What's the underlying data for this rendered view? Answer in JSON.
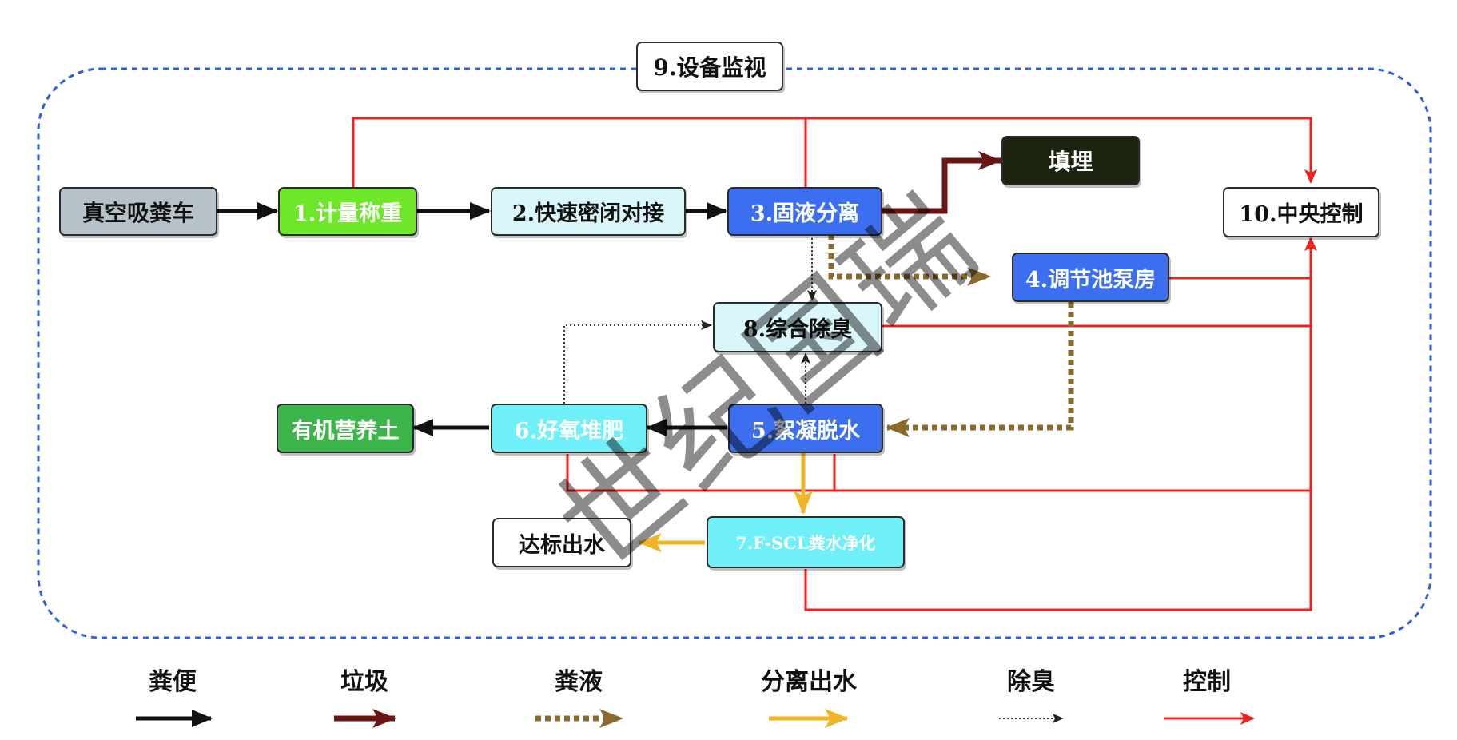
{
  "monitor_label": "9.设备监视",
  "nodes": {
    "vacuum_truck": "真空吸粪车",
    "weighing": "1.计量称重",
    "docking": "2.快速密闭对接",
    "separation": "3.固液分离",
    "landfill": "填埋",
    "central_control": "10.中央控制",
    "pump_room": "4.调节池泵房",
    "deodorize": "8.综合除臭",
    "dewater": "5.絮凝脱水",
    "compost": "6.好氧堆肥",
    "soil": "有机营养土",
    "purify": "7.F-SCL粪水净化",
    "discharge": "达标出水"
  },
  "legend": {
    "feces": "粪便",
    "garbage": "垃圾",
    "liquid": "粪液",
    "water": "分离出水",
    "deodor": "除臭",
    "control": "控制"
  },
  "watermark": "世纪国瑞",
  "colors": {
    "feces": "#111111",
    "garbage": "#6b1414",
    "liquid": "#8b6a2e",
    "water": "#f0b428",
    "deodor": "#222222",
    "control": "#f02020",
    "monitor_border": "#2f5fe0",
    "gray_box": "#b7c2c8",
    "lime_box": "#6ee62a",
    "light_cyan_box": "#d9f6fb",
    "blue_box": "#3b6ff0",
    "dark_box": "#1c2410",
    "cyan_box": "#6ff0f8",
    "green_box": "#3cb44a"
  }
}
